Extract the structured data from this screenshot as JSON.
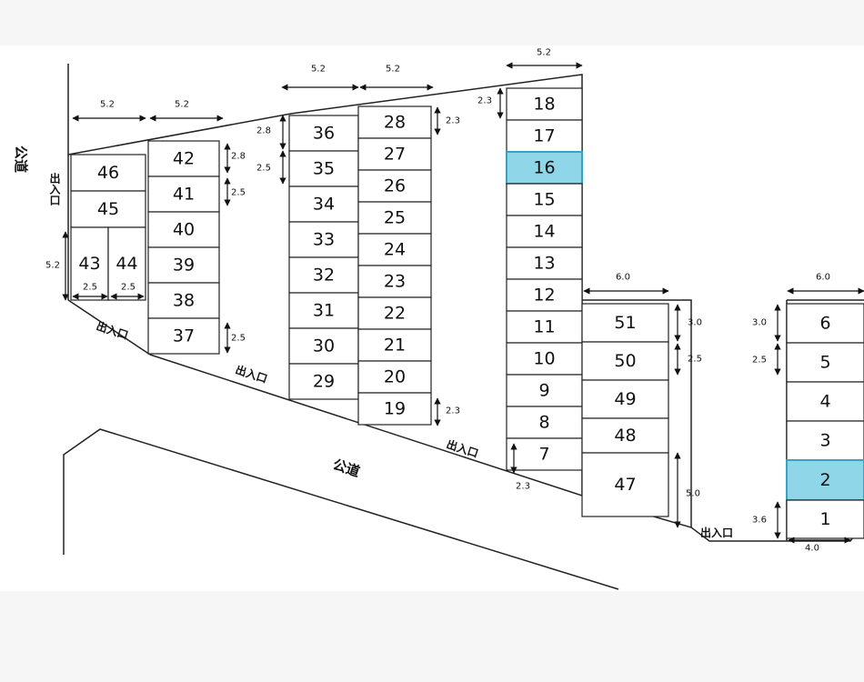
{
  "colors": {
    "background": "#f6f6f6",
    "paper": "#ffffff",
    "line": "#222222",
    "highlight": "#8ed6e8",
    "highlight_border": "#3aa3c2"
  },
  "labels": {
    "road": "公道",
    "entrance": "出入口"
  },
  "highlighted_stalls": [
    "16",
    "2"
  ],
  "stalls": {
    "col_46_45": [
      "46",
      "45"
    ],
    "col_43_44": [
      "43",
      "44"
    ],
    "col_42_37": [
      "42",
      "41",
      "40",
      "39",
      "38",
      "37"
    ],
    "col_36_29": [
      "36",
      "35",
      "34",
      "33",
      "32",
      "31",
      "30",
      "29"
    ],
    "col_28_19": [
      "28",
      "27",
      "26",
      "25",
      "24",
      "23",
      "22",
      "21",
      "20",
      "19"
    ],
    "col_18_7": [
      "18",
      "17",
      "16",
      "15",
      "14",
      "13",
      "12",
      "11",
      "10",
      "9",
      "8",
      "7"
    ],
    "col_51_47": [
      "51",
      "50",
      "49",
      "48",
      "47"
    ],
    "col_6_1": [
      "6",
      "5",
      "4",
      "3",
      "2",
      "1"
    ]
  },
  "dimensions": {
    "depth_a": "5.2",
    "depth_b": "5.2",
    "depth_c": "5.2",
    "depth_d": "5.2",
    "depth_e": "5.2",
    "depth_left": "5.2",
    "width_43": "2.5",
    "width_44": "2.5",
    "width_42": "2.8",
    "width_41": "2.5",
    "width_37": "2.5",
    "width_36": "2.8",
    "width_35": "2.5",
    "width_28": "2.3",
    "width_19": "2.3",
    "width_18": "2.3",
    "width_7": "2.3",
    "depth_51": "6.0",
    "width_51": "3.0",
    "width_50": "2.5",
    "depth_47": "5.0",
    "depth_6": "6.0",
    "width_6": "3.0",
    "width_5": "2.5",
    "width_1": "3.6",
    "depth_1": "4.0"
  }
}
